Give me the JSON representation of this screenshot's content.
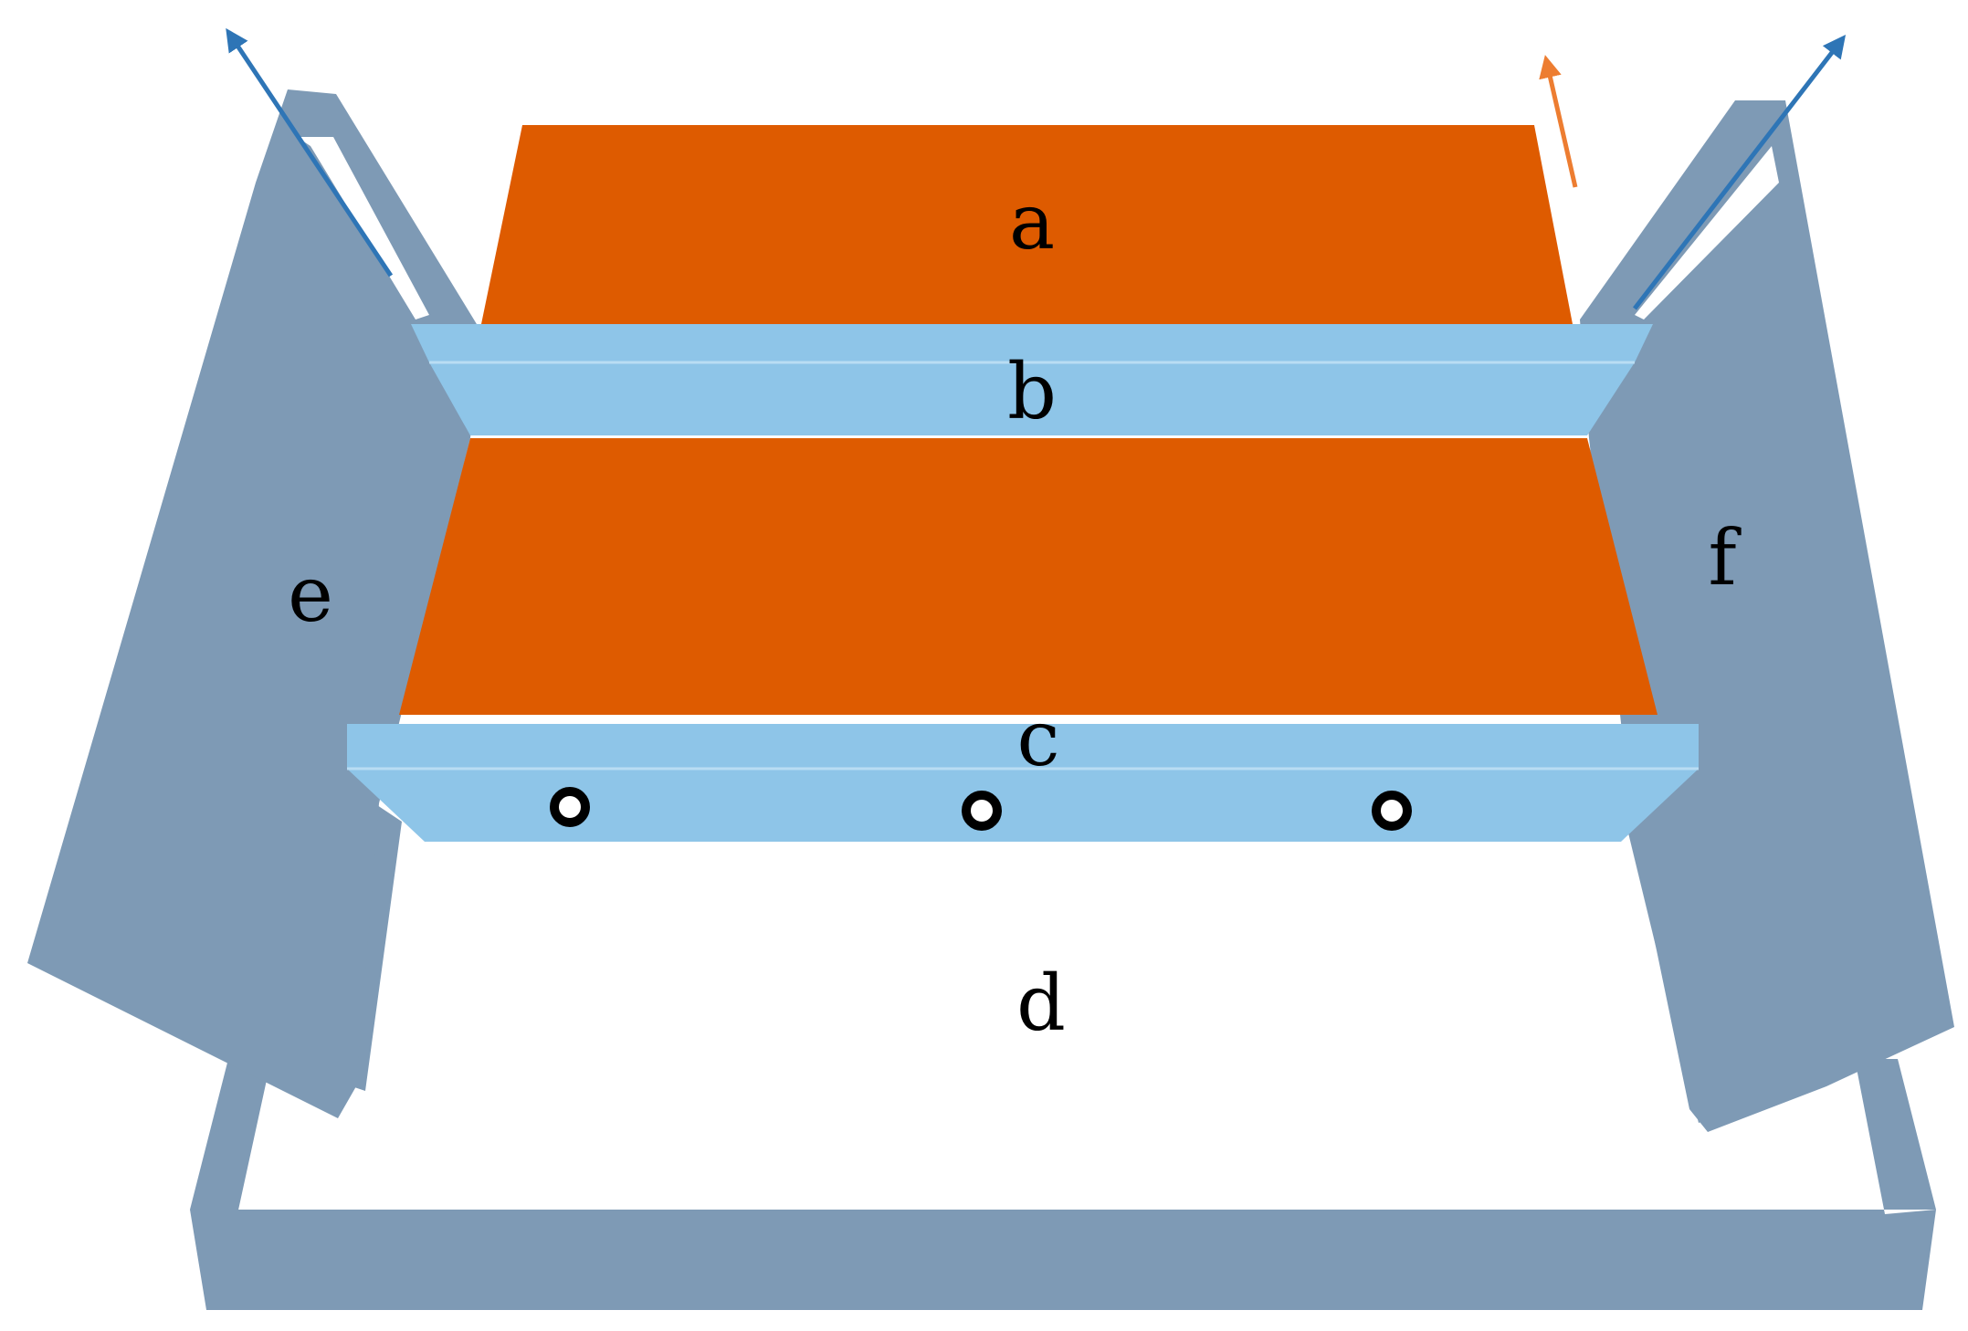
{
  "labels": {
    "a": "a",
    "b": "b",
    "c": "c",
    "d": "d",
    "e": "e",
    "f": "f"
  },
  "colors": {
    "frame": "#7E9AB5",
    "glass": "#8EC5E8",
    "plate": "#DE5B00",
    "arrow_blue": "#2E75B6",
    "arrow_orange": "#ED7D31",
    "background": "#FFFFFF"
  }
}
